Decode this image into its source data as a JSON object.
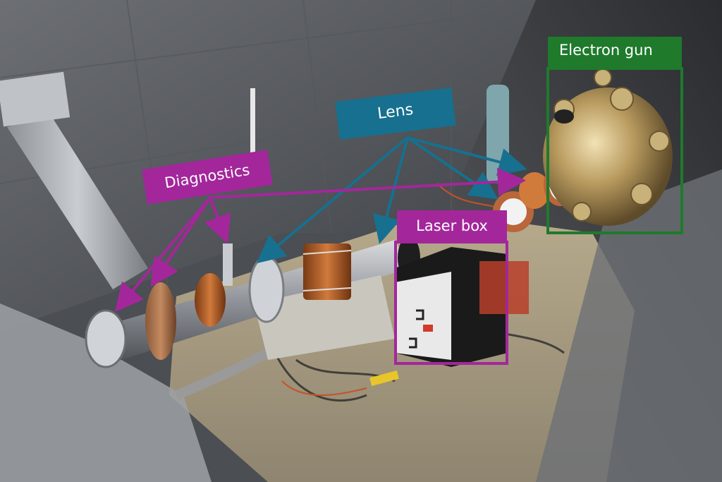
{
  "labels": {
    "electron_gun": "Electron gun",
    "lens": "Lens",
    "diagnostics": "Diagnostics",
    "laser_box": "Laser box"
  },
  "colors": {
    "electron_gun": "#1f7a2c",
    "lens": "#17708f",
    "diagnostics": "#a3279b",
    "laser_box": "#a3279b"
  }
}
